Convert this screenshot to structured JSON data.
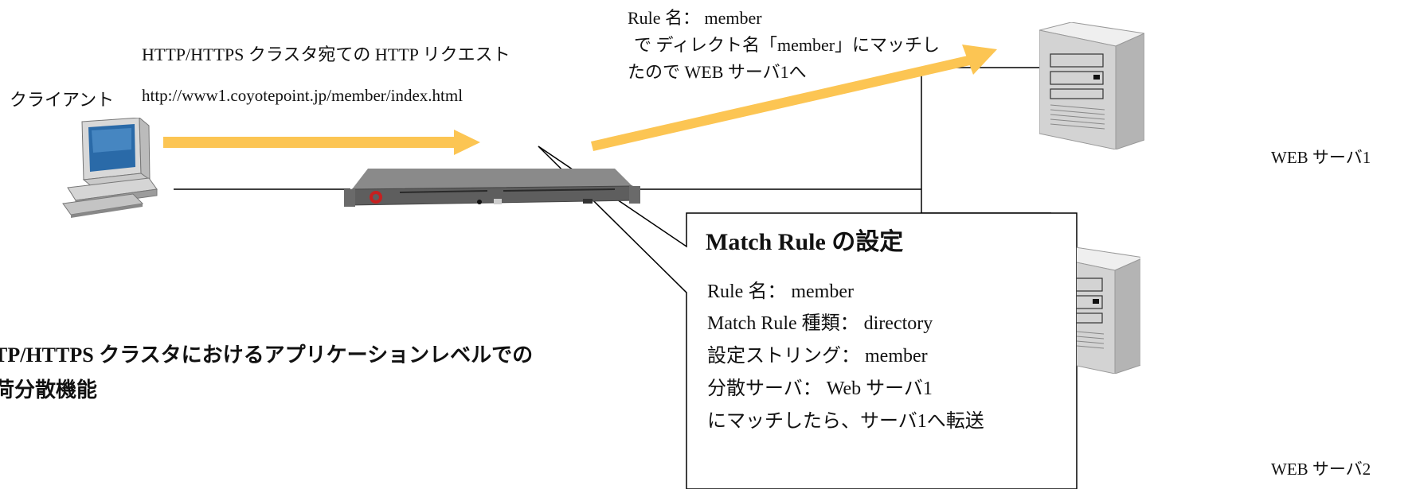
{
  "client": {
    "label": "クライアント"
  },
  "request": {
    "title": "HTTP/HTTPS クラスタ宛ての HTTP リクエスト",
    "url": "http://www1.coyotepoint.jp/member/index.html"
  },
  "routing_note": {
    "line1": "Rule 名： member",
    "line2": "で ディレクト名「member」にマッチし",
    "line3": "たので WEB サーバ1へ"
  },
  "servers": [
    {
      "label": "WEB サーバ1"
    },
    {
      "label": "WEB サーバ2"
    }
  ],
  "callout": {
    "title": "Match Rule の設定",
    "lines": [
      "Rule 名： member",
      "Match Rule 種類： directory",
      "設定ストリング： member",
      "分散サーバ： Web サーバ1",
      "にマッチしたら、サーバ1へ転送"
    ]
  },
  "caption": {
    "line1": "TP/HTTPS クラスタにおけるアプリケーションレベルでの",
    "line2": "荷分散機能"
  },
  "colors": {
    "arrow": "#FCC553",
    "line": "#000000",
    "server_body": "#DCDCDC",
    "device_body": "#5E5E5E"
  }
}
